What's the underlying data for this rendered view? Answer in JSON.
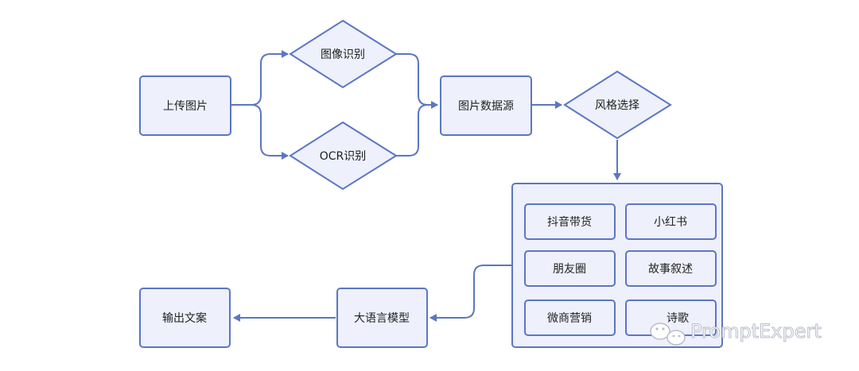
{
  "nodes": {
    "upload": "上传图片",
    "image_recognition": "图像识别",
    "ocr": "OCR识别",
    "data_source": "图片数据源",
    "style_select": "风格选择",
    "llm": "大语言模型",
    "output": "输出文案"
  },
  "styles": [
    "抖音带货",
    "小红书",
    "朋友圈",
    "故事叙述",
    "微商营销",
    "诗歌"
  ],
  "watermark": {
    "text": "PromptExpert",
    "icon": "wechat-icon"
  },
  "colors": {
    "stroke": "#5b76c2",
    "fill": "#eef0fb",
    "text": "#222222"
  }
}
